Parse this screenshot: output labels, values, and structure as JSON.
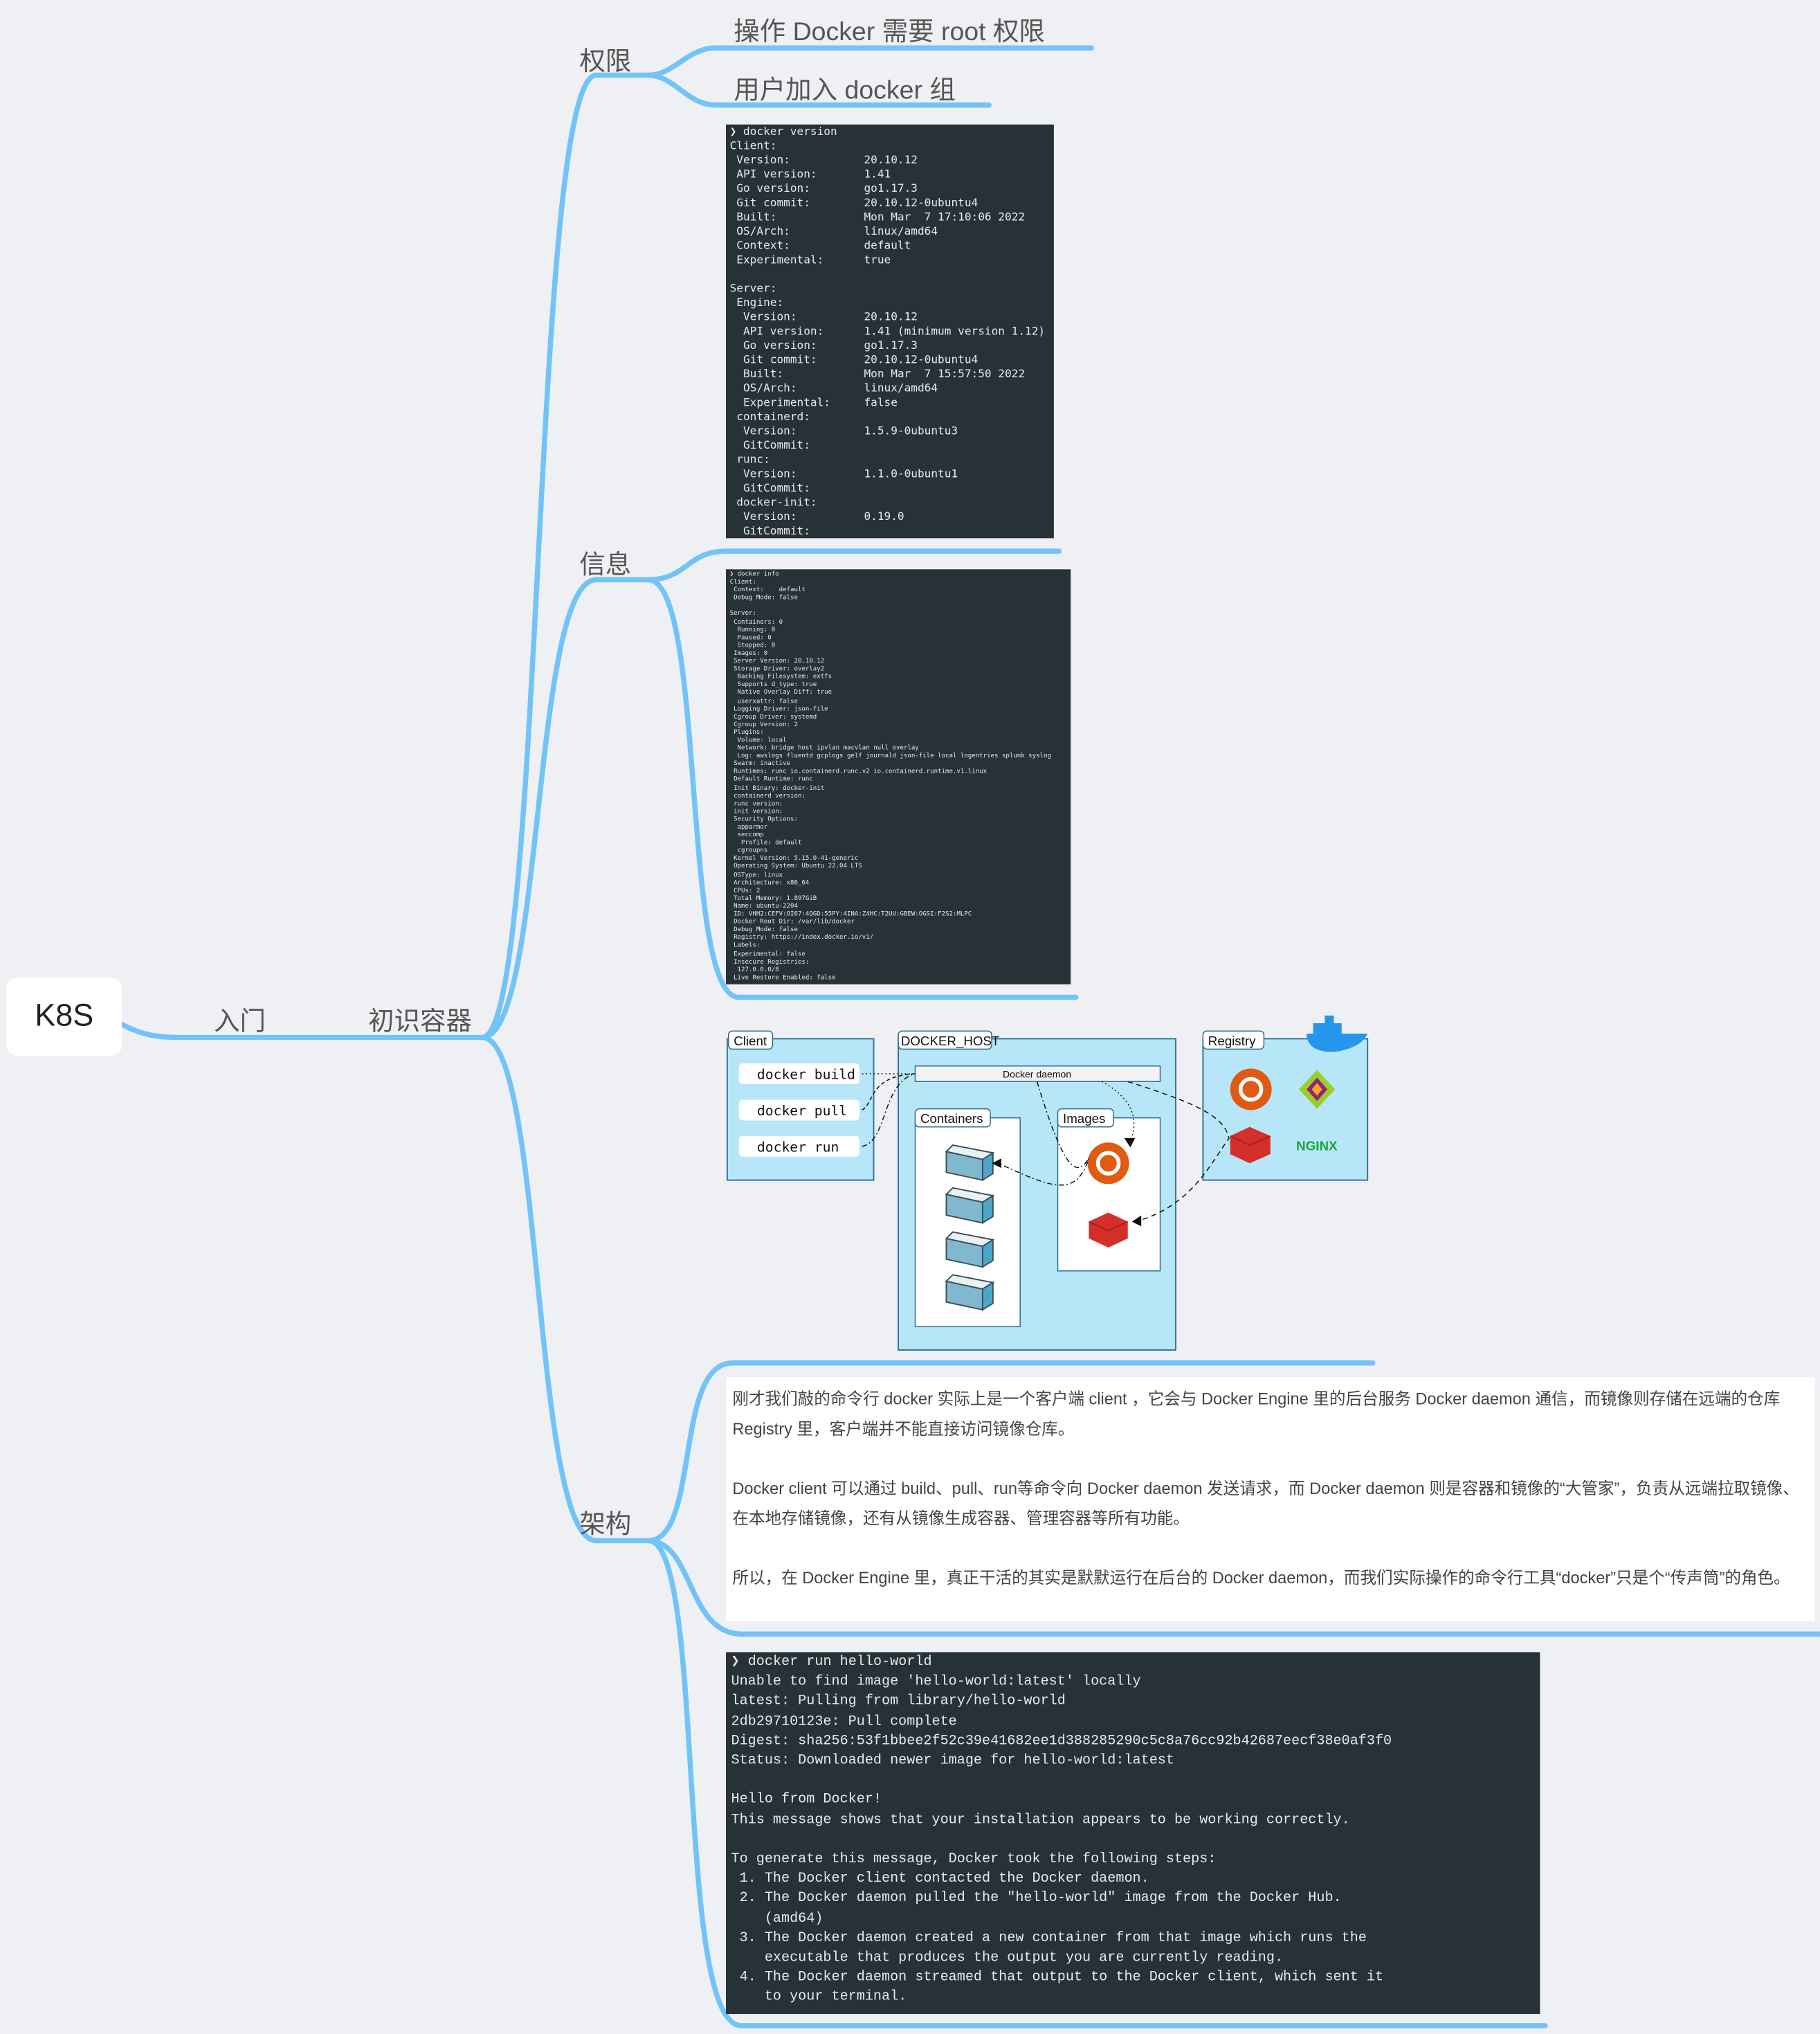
{
  "root": {
    "label": "K8S"
  },
  "path": [
    "入门",
    "初识容器"
  ],
  "branches": {
    "permission": {
      "label": "权限",
      "items": [
        "操作 Docker 需要 root 权限",
        "用户加入 docker 组"
      ]
    },
    "info": {
      "label": "信息",
      "docker_version_output": "❯ docker version\nClient:\n Version:           20.10.12\n API version:       1.41\n Go version:        go1.17.3\n Git commit:        20.10.12-0ubuntu4\n Built:             Mon Mar  7 17:10:06 2022\n OS/Arch:           linux/amd64\n Context:           default\n Experimental:      true\n\nServer:\n Engine:\n  Version:          20.10.12\n  API version:      1.41 (minimum version 1.12)\n  Go version:       go1.17.3\n  Git commit:       20.10.12-0ubuntu4\n  Built:            Mon Mar  7 15:57:50 2022\n  OS/Arch:          linux/amd64\n  Experimental:     false\n containerd:\n  Version:          1.5.9-0ubuntu3\n  GitCommit:\n runc:\n  Version:          1.1.0-0ubuntu1\n  GitCommit:\n docker-init:\n  Version:          0.19.0\n  GitCommit:",
      "docker_info_output": "❯ docker info\nClient:\n Context:    default\n Debug Mode: false\n\nServer:\n Containers: 0\n  Running: 0\n  Paused: 0\n  Stopped: 0\n Images: 0\n Server Version: 20.10.12\n Storage Driver: overlay2\n  Backing Filesystem: extfs\n  Supports d_type: true\n  Native Overlay Diff: true\n  userxattr: false\n Logging Driver: json-file\n Cgroup Driver: systemd\n Cgroup Version: 2\n Plugins:\n  Volume: local\n  Network: bridge host ipvlan macvlan null overlay\n  Log: awslogs fluentd gcplogs gelf journald json-file local logentries splunk syslog\n Swarm: inactive\n Runtimes: runc io.containerd.runc.v2 io.containerd.runtime.v1.linux\n Default Runtime: runc\n Init Binary: docker-init\n containerd version:\n runc version:\n init version:\n Security Options:\n  apparmor\n  seccomp\n   Profile: default\n  cgroupns\n Kernel Version: 5.15.0-41-generic\n Operating System: Ubuntu 22.04 LTS\n OSType: linux\n Architecture: x86_64\n CPUs: 2\n Total Memory: 1.897GiB\n Name: ubuntu-2204\n ID: VHH2:CEFV:OI67:4QGD:55PY:4INA:Z4HC:T2UU:GBEW:OGSI:F2S2:MLPC\n Docker Root Dir: /var/lib/docker\n Debug Mode: false\n Registry: https://index.docker.io/v1/\n Labels:\n Experimental: false\n Insecure Registries:\n  127.0.0.0/8\n Live Restore Enabled: false"
    },
    "architecture": {
      "label": "架构",
      "diagram": {
        "client_title": "Client",
        "commands": [
          "docker build",
          "docker pull",
          "docker run"
        ],
        "host_title": "DOCKER_HOST",
        "daemon_label": "Docker daemon",
        "containers_title": "Containers",
        "images_title": "Images",
        "registry_title": "Registry",
        "nginx_logo": "NGINX"
      },
      "paragraphs": [
        "刚才我们敲的命令行 docker 实际上是一个客户端 client ，它会与 Docker Engine 里的后台服务 Docker daemon 通信，而镜像则存储在远端的仓库 Registry 里，客户端并不能直接访问镜像仓库。",
        "Docker client 可以通过 build、pull、run等命令向 Docker daemon 发送请求，而 Docker daemon 则是容器和镜像的“大管家”，负责从远端拉取镜像、在本地存储镜像，还有从镜像生成容器、管理容器等所有功能。",
        "所以，在 Docker Engine 里，真正干活的其实是默默运行在后台的 Docker daemon，而我们实际操作的命令行工具“docker”只是个“传声筒”的角色。"
      ],
      "hello_world_output": "❯ docker run hello-world\nUnable to find image 'hello-world:latest' locally\nlatest: Pulling from library/hello-world\n2db29710123e: Pull complete\nDigest: sha256:53f1bbee2f52c39e41682ee1d388285290c5c8a76cc92b42687eecf38e0af3f0\nStatus: Downloaded newer image for hello-world:latest\n\nHello from Docker!\nThis message shows that your installation appears to be working correctly.\n\nTo generate this message, Docker took the following steps:\n 1. The Docker client contacted the Docker daemon.\n 2. The Docker daemon pulled the \"hello-world\" image from the Docker Hub.\n    (amd64)\n 3. The Docker daemon created a new container from that image which runs the\n    executable that produces the output you are currently reading.\n 4. The Docker daemon streamed that output to the Docker client, which sent it\n    to your terminal."
    }
  },
  "colors": {
    "branch_line": "#72c3f8",
    "terminal_bg": "#263238",
    "diagram_fill": "#b7e6f8",
    "diagram_stroke": "#2f6f8f",
    "ubuntu": "#e05a12",
    "redis": "#d42f2a",
    "nginx": "#1aa53b"
  }
}
